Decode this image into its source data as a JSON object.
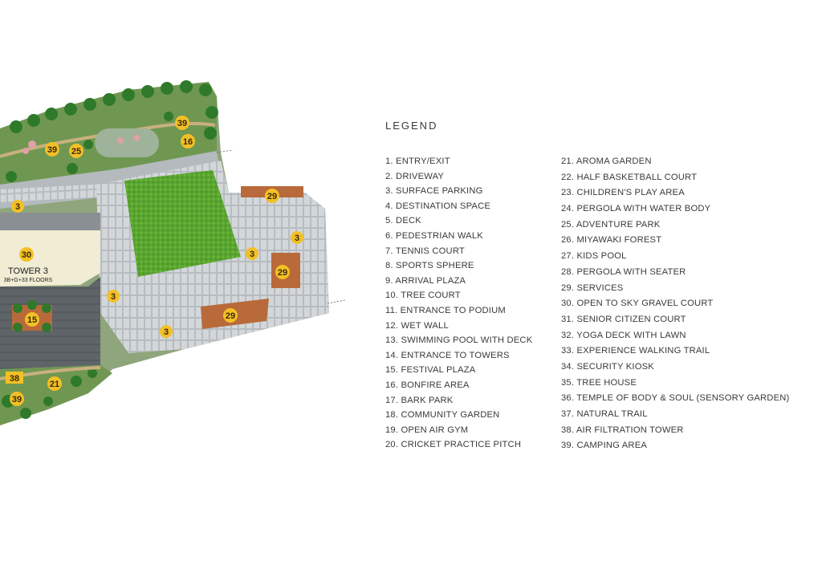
{
  "legend": {
    "title": "LEGEND",
    "items": [
      "1. ENTRY/EXIT",
      "2. DRIVEWAY",
      "3. SURFACE PARKING",
      "4. DESTINATION SPACE",
      "5. DECK",
      "6. PEDESTRIAN WALK",
      "7. TENNIS COURT",
      "8. SPORTS SPHERE",
      "9. ARRIVAL PLAZA",
      "10. TREE COURT",
      "11. ENTRANCE TO PODIUM",
      "12. WET WALL",
      "13. SWIMMING POOL WITH DECK",
      "14. ENTRANCE TO TOWERS",
      "15. FESTIVAL PLAZA",
      "16. BONFIRE AREA",
      "17. BARK PARK",
      "18. COMMUNITY GARDEN",
      "19. OPEN AIR GYM",
      "20. CRICKET PRACTICE PITCH",
      "21. AROMA GARDEN",
      "22. HALF BASKETBALL COURT",
      "23. CHILDREN'S PLAY AREA",
      "24. PERGOLA WITH WATER BODY",
      "25. ADVENTURE PARK",
      "26. MIYAWAKI FOREST",
      "27. KIDS POOL",
      "28. PERGOLA WITH SEATER",
      "29. SERVICES",
      "30. OPEN TO SKY GRAVEL COURT",
      "31. SENIOR CITIZEN COURT",
      "32. YOGA DECK WITH LAWN",
      "33. EXPERIENCE WALKING TRAIL",
      "34. SECURITY KIOSK",
      "35. TREE HOUSE",
      "36. TEMPLE OF BODY & SOUL (SENSORY GARDEN)",
      "37. NATURAL TRAIL",
      "38. AIR FILTRATION TOWER",
      "39. CAMPING AREA"
    ]
  },
  "map": {
    "tower": {
      "name": "TOWER 3",
      "floors": "3B+G+33 FLOORS"
    },
    "markers": [
      "39",
      "39",
      "25",
      "16",
      "3",
      "3",
      "3",
      "3",
      "3",
      "29",
      "29",
      "29",
      "30",
      "15",
      "38",
      "39",
      "21"
    ],
    "colors": {
      "marker_fill": "#f3c025",
      "grass": "#4f9a2b",
      "paving": "#aeb5b9",
      "building": "#5f6468",
      "deck": "#b86a3a",
      "trees": "#2f7a2a"
    }
  }
}
